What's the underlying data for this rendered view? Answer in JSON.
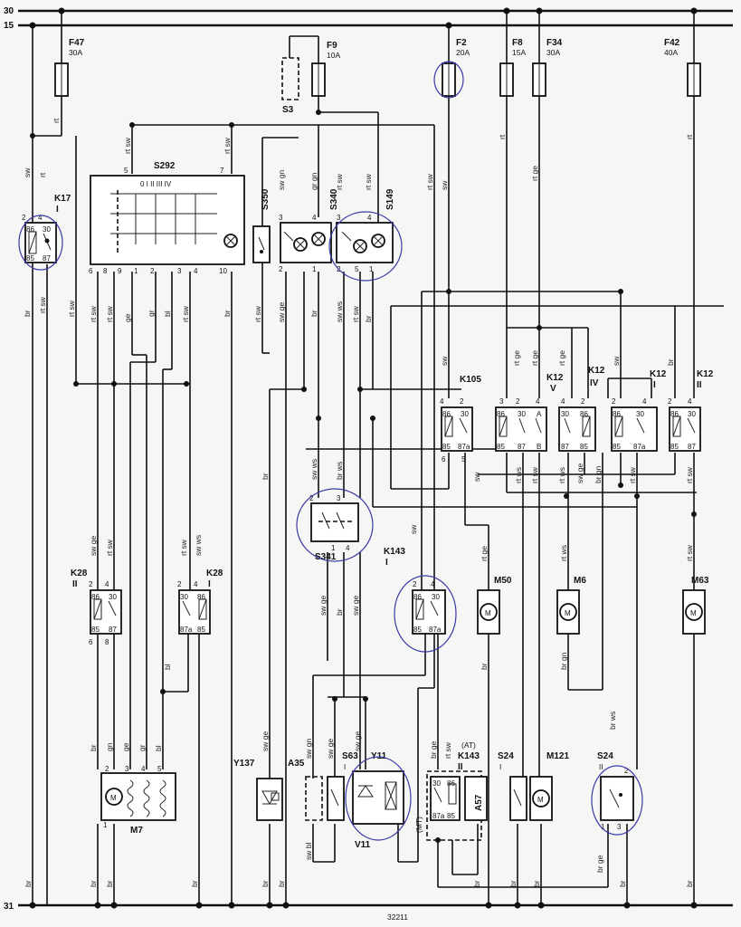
{
  "rails": {
    "r30": "30",
    "r15": "15",
    "r31": "31"
  },
  "footer_code": "32211",
  "fuses": [
    {
      "name": "F47",
      "rating": "30A"
    },
    {
      "name": "F9",
      "rating": "10A"
    },
    {
      "name": "F2",
      "rating": "20A"
    },
    {
      "name": "F8",
      "rating": "15A"
    },
    {
      "name": "F34",
      "rating": "30A"
    },
    {
      "name": "F42",
      "rating": "40A"
    }
  ],
  "switches": {
    "s3": "S3",
    "s292": "S292",
    "s292_positions": "0 I II III IV",
    "s350": "S350",
    "s340": "S340",
    "s149": "S149",
    "s341": "S341",
    "s63": "S63",
    "s24a": "S24",
    "s24a_sub": "I",
    "s24b": "S24",
    "s24b_sub": "II"
  },
  "relays": {
    "k17": "K17",
    "k17_sub": "I",
    "k105": "K105",
    "k12v": "K12",
    "k12v_sub": "V",
    "k12iv": "K12",
    "k12iv_sub": "IV",
    "k12i": "K12",
    "k12i_sub": "I",
    "k12ii": "K12",
    "k12ii_sub": "II",
    "k28ii": "K28",
    "k28ii_sub": "II",
    "k28i": "K28",
    "k28i_sub": "I",
    "k143i": "K143",
    "k143i_sub": "I",
    "k143ii": "K143",
    "k143ii_sub": "II",
    "k143ii_note": "(AT)",
    "k143ii_mt": "(MT)"
  },
  "motors": {
    "m50": "M50",
    "m6": "M6",
    "m63": "M63",
    "m7": "M7",
    "m121": "M121",
    "symbol": "M"
  },
  "devices": {
    "y137": "Y137",
    "a35": "A35",
    "y11": "Y11",
    "v11": "V11",
    "a57": "A57"
  },
  "wire_colors": {
    "sw": "sw",
    "rt": "rt",
    "br": "br",
    "rtsw": "rt sw",
    "swgn": "sw gn",
    "grgn": "gr gn",
    "swge": "sw ge",
    "swws": "sw ws",
    "brws": "br ws",
    "rtge": "rt ge",
    "rtws": "rt ws",
    "brgn": "br gn",
    "brge": "br ge",
    "swbl": "sw bl",
    "ge": "ge",
    "gn": "gn",
    "gr": "gr",
    "bl": "bl"
  },
  "pins": {
    "p2": "2",
    "p4": "4",
    "p30": "30",
    "p86": "86",
    "p85": "85",
    "p87": "87",
    "p87a": "87a",
    "p6": "6",
    "p8": "8",
    "p5": "5",
    "p3": "3",
    "p1": "1",
    "p7": "7",
    "p9": "9",
    "p10": "10",
    "pA": "A",
    "pB": "B"
  }
}
